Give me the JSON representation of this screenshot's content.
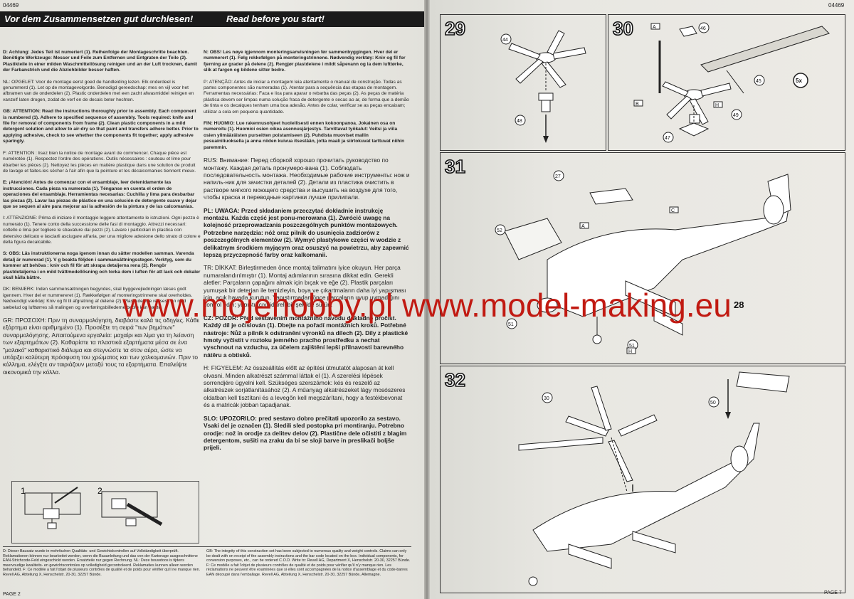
{
  "left_page": {
    "code": "04469",
    "header_de": "Vor dem Zusammensetzen gut durchlesen!",
    "header_en": "Read before you start!",
    "col1": [
      {
        "t": "D: Achtung: Jedes Teil ist numeriert (1). Reihenfolge der Montageschritte beachten. Benötigte Werkzeuge: Messer und Feile zum Entfernen und Entgraten der Teile (2). Plastikteile in einer milden Waschmittellösung reinigen und an der Luft trocknen, damit der Farbanstrich und die Abziehbilder besser haften.",
        "b": true
      },
      {
        "t": "NL: OPGELET: Voor de montage eerst goed de handleiding lezen. Elk onderdeel is genummerd (1). Let op de montagevolgorde. Benodigd gereedschap: mes en vijl voor het afbramen van de onderdelen (2). Plastic onderdelen met een zacht afwasmiddel reinigen en vanzelf laten drogen, zodat de verf en de decals beter hechten.",
        "b": false
      },
      {
        "t": "GB: ATTENTION: Read the instructions thoroughly prior to assembly. Each component is numbered (1). Adhere to specified sequence of assembly. Tools required: knife and file for removal of components from frame (2). Clean plastic components in a mild detergent solution and allow to air-dry so that paint and transfers adhere better. Prior to applying adhesive, check to see whether the components fit together; apply adhesive sparingly.",
        "b": true
      },
      {
        "t": "F: ATTENTION : lisez bien la notice de montage avant de commencer. Chaque pièce est numérotée (1). Respectez l'ordre des opérations. Outils nécessaires : couteau et lime pour ébarber les pièces (2). Nettoyez les pièces en matière plastique dans une solution de produit de lavage et faites-les sécher à l'air afin que la peinture et les décalcomanies tiennent mieux.",
        "b": false
      },
      {
        "t": "E: ¡Atención! Antes de comenzar con el ensamblaje, leer detenidamente las instrucciones. Cada pieza va numerada (1). Ténganse en cuenta el orden de operaciones del ensamblaje. Herramientas necesarias: Cuchilla y lima para desbarbar las piezas (2). Lavar las piezas de plástico en una solución de detergente suave y dejar que se sequen al aire para mejorar así la adhesión de la pintura y de las calcomanías.",
        "b": true
      },
      {
        "t": "I: ATTENZIONE: Prima di iniziare il montaggio leggere attentamente le istruzioni. Ogni pezzo è numerato (1). Tenere conto della successione delle fasi di montaggio. Attrezzi necessari: coltello e lima per togliere le sbavature dai pezzi (2). Lavare i particolari in plastica con detersivo delicato e lasciarli asciugare all'aria, per una migliore adesione dello strato di colore e della figura decalcabile.",
        "b": false
      },
      {
        "t": "S: OBS: Läs instruktionerna noga igenom innan du sätter modellen samman. Varenda detalj är numrerad (1). V g beakta följden i sammansättningsstegen. Verktyg, som du kommer att behöva : kniv och fil för att skrapa detaljerna rena (2). Rengör plastdetaljerna i en mild tvättmedellösning och torka dem i luften för att lack och dekaler skall hålla bättre.",
        "b": true
      },
      {
        "t": "DK: BEMÆRK: Inden sammensætningen begyndes, skal byggevejledningen læses godt igennem. Hver del er nummereret (1). Rækkefølgen af monteringstrinnene skal overholdes. Nødvendigt værktøj: Kniv og fil til afgratning af delene (2). Plastikdelene renses i en mild sæbelud og lufttørres så malingen og overføringsbillederne bedre kan hæfte.",
        "b": false
      },
      {
        "t": "GR: ΠΡΟΣΟΧΗ: Πριν τη συναρμολόγηση, διαβάστε καλά τις οδηγίες. Κάθε εξάρτημα είναι αριθμημένο (1). Προσέξτε τη σειρά \"των βημάτων\" συναρμολόγησης. Απαιτούμενα εργαλεία: μαχαίρι και λίμα για τη λείανση των εξαρτημάτων (2). Καθαρίστε τα πλαστικά εξαρτήματα μέσα σε ένα \"μαλακό\" καθαριστικό διάλυμα και στεγνώστε τα στον αέρα, ώστε να υπάρξει καλύτερη πρόσφυση του χρώματος και των χαλκομανιών. Πριν το κόλλημα, ελέγξτε αν ταιριάζουν μεταξύ τους τα εξαρτήματα. Επαλείψτε οικονομικά την κόλλα.",
        "b": false,
        "big": true
      }
    ],
    "col2": [
      {
        "t": "N: OBS! Les nøye igjennom monteringsanvisningen før sammenbyggingen. Hver del er nummerert (1). Følg rekkefølgen på monteringstrinnene. Nødvendig verktøy: Kniv og fil for fjerning av grader på delene (2). Rengjør plastdelene i mildt såpevann og la dem lufttørke, slik at fargen og bildene sitter bedre.",
        "b": true
      },
      {
        "t": "P: ATENÇÃO: Antes de iniciar a montagem leia atentamente o manual de construção. Todas as partes componentes são numeradas (1). Atentar para a sequência das etapas de montagem. Ferramentas necessárias: Faca e lixa para aparar o rebarba das peças (2). As peças de matéria plástica devem ser limpas numa solução fraca de detergente e secas ao ar, de forma que a demão de tinta e os decalques tenham uma boa adesão. Antes de colar, verificar se as peças encaixam; utilizar a cola em pequena quantidade.",
        "b": false
      },
      {
        "t": "FIN: HUOMIO: Lue rakennusohjeet huolellisesti ennen kokoonpanoa. Jokainen osa on numeroitu (1). Huomioi osien oikea asennusjärjestys. Tarvittavat työkalut: Veitsi ja viila osien ylimääräisten purseitten poistamiseen (2). Puhdista muoviset mallin pesuainiliuoksella ja anna niiden kuivua itsestään, jotta maali ja siirtokuvat tarttuvat niihin paremmin.",
        "b": true
      },
      {
        "t": "RUS: Внимание: Перед сборкой хорошо прочитать руководство по монтажу. Каждая деталь пронумеро-вана (1). Соблюдать последовательность монтажа. Необходимые рабочие инструменты: нож и напиль-ник для зачистки деталей (2). Детали из пластика очистить в растворе мягкого моющего средства и высушить на воздухе для того, чтобы краска и переводные картинки лучше прилипали.",
        "b": false,
        "big": true
      },
      {
        "t": "PL: UWAGA: Przed składaniem przeczytać dokładnie instrukcję montażu. Każda część jest ponu-merowana (1). Zwrócić uwagę na kolejność przeprowadzania poszczególnych punktów montażowych. Potrzebne narzędzia: nóż oraz pilnik do usunięcia zadziorów z poszczególnych elementów (2). Wymyć plastykowe części w wodzie z delikatnym środkiem myjącym oraz osuszyć na powietrzu, aby zapewnić lepszą przyczepność farby oraz kalkomanii.",
        "b": true,
        "big": true
      },
      {
        "t": "TR: DİKKAT: Birleştirmeden önce montaj talimatını iyice okuyun. Her parça numaralandırılmıştır (1). Montaj adımlarının sırasına dikkat edin. Gerekli aletler: Parçaların çapağını almak için bıçak ve eğe (2). Plastik parçaları yumuşak bir deterjan ile temizleyin, boya ve çıkartmaların daha iyi yapışması için, açık havada kurutun. Yapıştırmadan önce parçaların uyup uymadığını kontrol edin; yapıştırıcıyı idareli bir şekilde sürün.",
        "b": false,
        "big": true
      },
      {
        "t": "CZ: POZOR: Před sestavením montážního návodu důkladně pročíst. Každý díl je očíslován (1). Dbejte na pořadí montážních kroků. Potřebné nástroje: Nůž a pilník k odstranění výronků na dílech (2). Díly z plastické hmoty vyčistit v roztoku jemného pracího prostředku a nechat vyschnout na vzduchu, za účelem zajištění lepší přilnavosti barevného nátěru a obtisků.",
        "b": true,
        "big": true
      },
      {
        "t": "H: FIGYELEM: Az összeállítás előtt az építési útmutatót alaposan át kell olvasni. Minden alkatrészt számmal láttak el (1). A szerelési lépések sorrendjére ügyelni kell. Szükséges szerszámok: kés és reszelő az alkatrészek sorjátlanításához (2). A műanyag alkatrészeket lágy mosószeres oldatban kell tisztítani és a levegőn kell megszárítani, hogy a festékbevonat és a matricák jobban tapadjanak.",
        "b": false,
        "big": true
      },
      {
        "t": "SLO: UPOZORILO: pred sestavo dobro prečitati upozorilo za sestavo. Vsaki del je označen (1). Sledili sled postopka pri montiranju. Potrebno orodje: nož in orodje za delitev delov (2). Plastične dele očistiti z blagim detergentom, sušiti na zraku da bi se sloji barve in preslikači boljše prijeli.",
        "b": true,
        "big": true
      }
    ],
    "footnote_left": "D: Dieser Bausatz wurde in mehrfachen Qualitäts- und Gewichtskontrollen auf Vollständigkeit überprüft. Reklamationen können nur bearbeitet werden, wenn die Bauanleitung und das von der Kartonage ausgeschnittene EAN-Strichcode-Feld eingeschickt werden. Ersatzteile nur gegen Rechnung. NL: Deze bouwdoos is tijdens meervoudige kwaliteits- en gewichtscontroles op volledigheid gecontroleerd. Reklamaties kunnen alleen worden behandeld. F: Ce modèle a fait l'objet de plusieurs contrôles de qualité et de poids pour vérifier qu'il ne manque rien. Revell AG, Abteilung X, Henschelstr. 20-30, 32257 Bünde.",
    "footnote_right": "GB: The integrity of this construction set has been subjected to numerous quality and weight controls. Claims can only be dealt with on receipt of the assembly instructions and the bar code located on the box. Individual components, for conversion purposes, etc., can be ordered C.O.D. Write to: Revell AG, Department X, Henschelstr. 20-30, 32257 Bünde. F: Ce modèle a fait l'objet de plusieurs contrôles de qualité et de poids pour vérifier qu'il n'y manque rien. Les réclamations ne peuvent être examinées que si elles sont accompagnées de la notice d'assemblage et du code-barres EAN découpé dans l'emballage. Revell AG, Abteilung X, Henschelstr. 20-30, 32257 Bünde, Allemagne.",
    "page_label": "PAGE 2",
    "fig1": "1",
    "fig2": "2"
  },
  "right_page": {
    "code": "04469",
    "page_label": "PAGE 7",
    "steps": [
      {
        "num": "29"
      },
      {
        "num": "30"
      },
      {
        "num": "31"
      },
      {
        "num": "32"
      }
    ],
    "parts": [
      "44",
      "48",
      "46",
      "45",
      "5x",
      "49",
      "47",
      "27",
      "52",
      "51",
      "28",
      "30",
      "50"
    ],
    "markers": [
      "A",
      "B",
      "C",
      "H"
    ]
  },
  "watermark": "www.mojehobby.pl www.model-making.eu",
  "colors": {
    "watermark": "#c11a12",
    "paper": "#e9e8e2",
    "header_bar": "#1b1b1b"
  }
}
